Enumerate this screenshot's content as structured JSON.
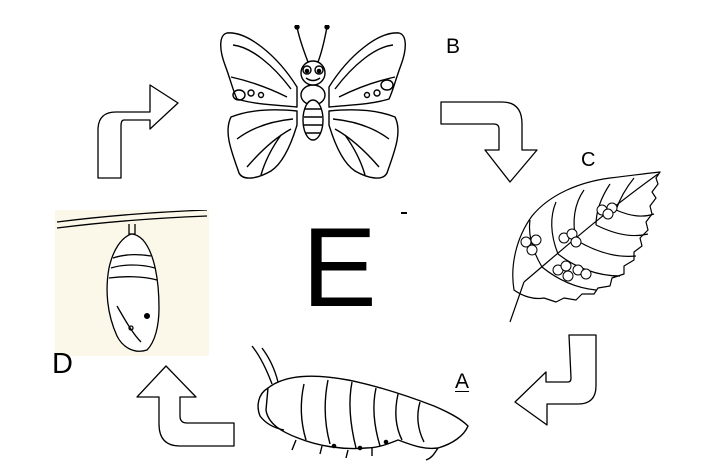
{
  "labels": {
    "a": "A",
    "b": "B",
    "c": "C",
    "d": "D",
    "e": "E"
  },
  "stages": [
    {
      "id": "butterfly",
      "label": "B"
    },
    {
      "id": "eggs-on-leaf",
      "label": "C"
    },
    {
      "id": "caterpillar",
      "label": "A"
    },
    {
      "id": "chrysalis",
      "label": "D"
    }
  ],
  "colors": {
    "line": "#000000",
    "background": "#ffffff",
    "chrysalis_panel": "#fbf8ea"
  }
}
